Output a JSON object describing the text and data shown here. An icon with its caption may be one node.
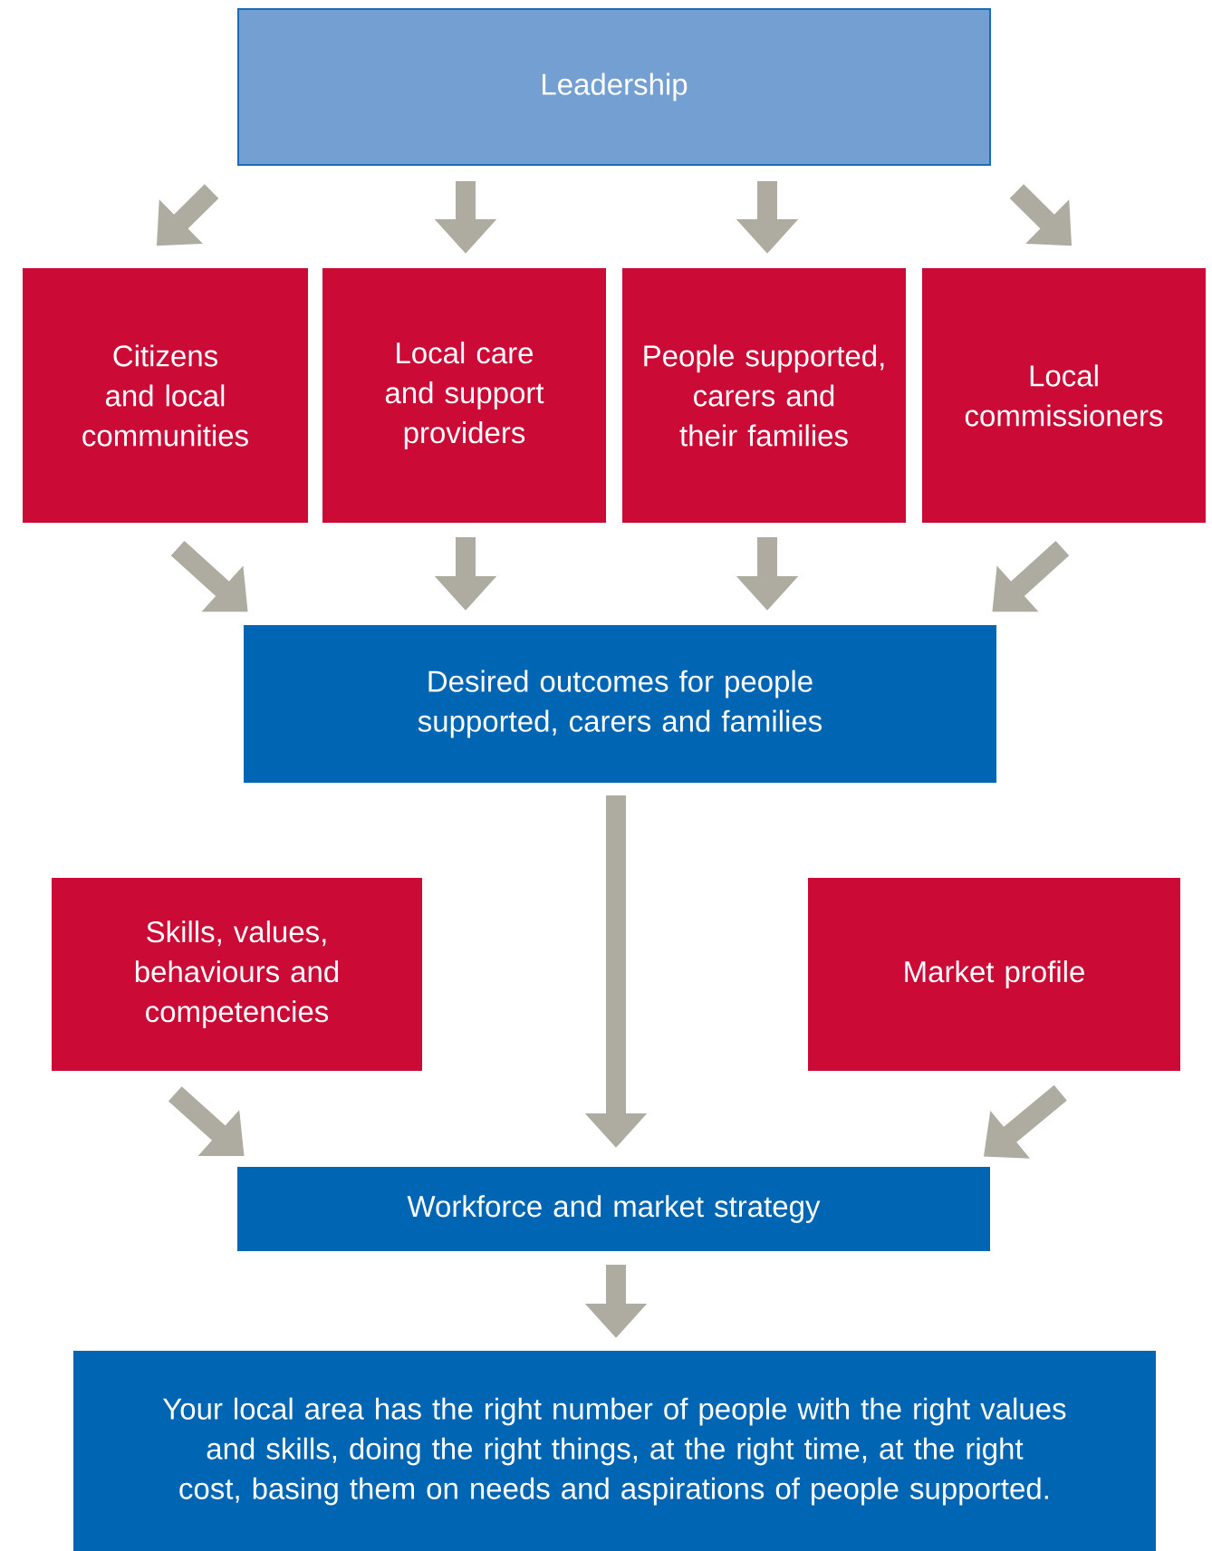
{
  "diagram": {
    "nodes": [
      {
        "text": [
          "Leadership"
        ]
      },
      {
        "text": [
          "Citizens and local communities"
        ]
      },
      {
        "text": [
          "Local care and support providers"
        ]
      },
      {
        "text": [
          "People supported, carers and their families"
        ]
      },
      {
        "text": [
          "Local commissioners"
        ]
      },
      {
        "text": [
          "Desired outcomes for people supported, carers and families"
        ]
      },
      {
        "text": [
          "Skills, values, behaviours and competencies"
        ]
      },
      {
        "text": [
          "Market profile"
        ]
      },
      {
        "text": [
          "Workforce and market strategy"
        ]
      },
      {
        "text": [
          "Your local area has the right number of people with the right values and skills, doing the right things, at the right time, at the right cost, basing them on needs and aspirations of people supported."
        ]
      }
    ],
    "edges": [
      {
        "from": 0,
        "to": 1,
        "arrow": "to"
      },
      {
        "from": 0,
        "to": 2,
        "arrow": "to"
      },
      {
        "from": 0,
        "to": 3,
        "arrow": "to"
      },
      {
        "from": 0,
        "to": 4,
        "arrow": "to"
      },
      {
        "from": 1,
        "to": 5,
        "arrow": "to"
      },
      {
        "from": 2,
        "to": 5,
        "arrow": "to"
      },
      {
        "from": 3,
        "to": 5,
        "arrow": "to"
      },
      {
        "from": 4,
        "to": 5,
        "arrow": "to"
      },
      {
        "from": 5,
        "to": 8,
        "arrow": "to"
      },
      {
        "from": 6,
        "to": 8,
        "arrow": "to"
      },
      {
        "from": 7,
        "to": 8,
        "arrow": "to"
      },
      {
        "from": 8,
        "to": 9,
        "arrow": "to"
      }
    ]
  }
}
